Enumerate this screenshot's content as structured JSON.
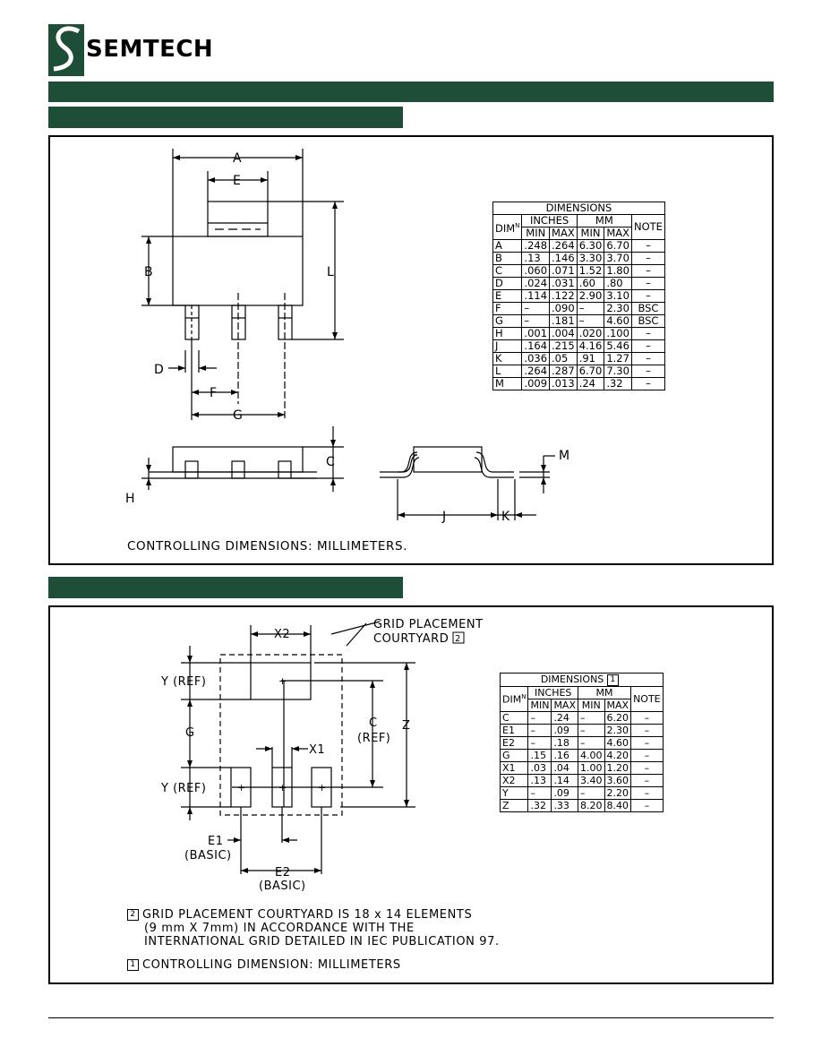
{
  "brand": {
    "name": "SEMTECH",
    "color": "#1e4d38"
  },
  "outline_diagram": {
    "labels": {
      "A": "A",
      "E": "E",
      "B": "B",
      "L": "L",
      "D": "D",
      "F": "F",
      "G": "G",
      "C": "C",
      "H": "H",
      "J": "J",
      "K": "K",
      "M": "M"
    },
    "controlling": "CONTROLLING DIMENSIONS: MILLIMETERS."
  },
  "outline_table": {
    "title": "DIMENSIONS",
    "dim_header": "DIM",
    "dim_sup": "N",
    "group_headers": [
      "INCHES",
      "MM"
    ],
    "note_header": "NOTE",
    "sub_headers": [
      "MIN",
      "MAX",
      "MIN",
      "MAX"
    ],
    "rows": [
      [
        "A",
        ".248",
        ".264",
        "6.30",
        "6.70",
        "–"
      ],
      [
        "B",
        ".13",
        ".146",
        "3.30",
        "3.70",
        "–"
      ],
      [
        "C",
        ".060",
        ".071",
        "1.52",
        "1.80",
        "–"
      ],
      [
        "D",
        ".024",
        ".031",
        ".60",
        ".80",
        "–"
      ],
      [
        "E",
        ".114",
        ".122",
        "2.90",
        "3.10",
        "–"
      ],
      [
        "F",
        "–",
        ".090",
        "–",
        "2.30",
        "BSC"
      ],
      [
        "G",
        "–",
        ".181",
        "–",
        "4.60",
        "BSC"
      ],
      [
        "H",
        ".001",
        ".004",
        ".020",
        ".100",
        "–"
      ],
      [
        "J",
        ".164",
        ".215",
        "4.16",
        "5.46",
        "–"
      ],
      [
        "K",
        ".036",
        ".05",
        ".91",
        "1.27",
        "–"
      ],
      [
        "L",
        ".264",
        ".287",
        "6.70",
        "7.30",
        "–"
      ],
      [
        "M",
        ".009",
        ".013",
        ".24",
        ".32",
        "–"
      ]
    ]
  },
  "land_diagram": {
    "grid_placement": "GRID PLACEMENT",
    "courtyard": "COURTYARD",
    "courtyard_ref": "2",
    "x2": "X2",
    "x1": "X1",
    "y_ref_top": "Y (REF)",
    "y_ref_bottom": "Y (REF)",
    "g": "G",
    "c": "C",
    "c_ref": "(REF)",
    "z": "Z",
    "e1": "E1",
    "e1_basic": "(BASIC)",
    "e2": "E2",
    "e2_basic": "(BASIC)"
  },
  "land_table": {
    "title": "DIMENSIONS",
    "title_ref": "1",
    "dim_header": "DIM",
    "dim_sup": "N",
    "group_headers": [
      "INCHES",
      "MM"
    ],
    "note_header": "NOTE",
    "sub_headers": [
      "MIN",
      "MAX",
      "MIN",
      "MAX"
    ],
    "rows": [
      [
        "C",
        "–",
        ".24",
        "–",
        "6.20",
        "–"
      ],
      [
        "E1",
        "–",
        ".09",
        "–",
        "2.30",
        "–"
      ],
      [
        "E2",
        "–",
        ".18",
        "–",
        "4.60",
        "–"
      ],
      [
        "G",
        ".15",
        ".16",
        "4.00",
        "4.20",
        "–"
      ],
      [
        "X1",
        ".03",
        ".04",
        "1.00",
        "1.20",
        "–"
      ],
      [
        "X2",
        ".13",
        ".14",
        "3.40",
        "3.60",
        "–"
      ],
      [
        "Y",
        "–",
        ".09",
        "–",
        "2.20",
        "–"
      ],
      [
        "Z",
        ".32",
        ".33",
        "8.20",
        "8.40",
        "–"
      ]
    ]
  },
  "land_notes": {
    "note2_num": "2",
    "note2_line1": "GRID PLACEMENT COURTYARD IS 18 x 14 ELEMENTS",
    "note2_line2": "(9 mm X 7mm) IN ACCORDANCE WITH THE",
    "note2_line3": "INTERNATIONAL GRID DETAILED IN IEC PUBLICATION 97.",
    "note1_num": "1",
    "note1_text": "CONTROLLING DIMENSION:   MILLIMETERS"
  }
}
